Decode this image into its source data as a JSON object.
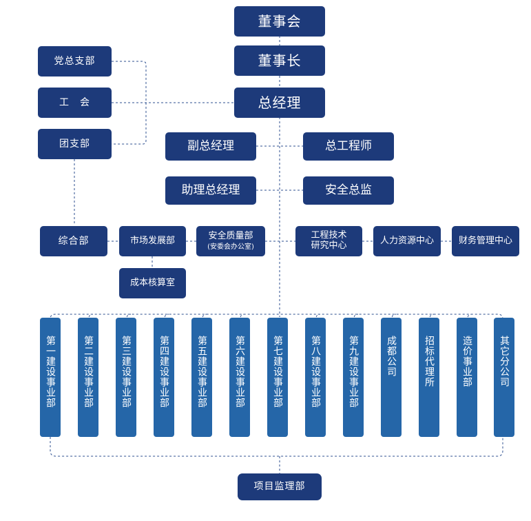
{
  "top": {
    "board": "董事会",
    "chairman": "董事长",
    "gm": "总经理"
  },
  "left": {
    "party": "党总支部",
    "union": "工　会",
    "youth": "团支部"
  },
  "deputies": {
    "deputy_gm": "副总经理",
    "chief_engineer": "总工程师",
    "assistant_gm": "助理总经理",
    "safety_director": "安全总监"
  },
  "departments": {
    "general": "综合部",
    "market": "市场发展部",
    "quality_title": "安全质量部",
    "quality_sub": "(安委会办公室)",
    "tech": "工程技术\n研究中心",
    "hr": "人力资源中心",
    "finance": "财务管理中心",
    "cost": "成本核算室"
  },
  "divisions": [
    "第一建设事业部",
    "第二建设事业部",
    "第三建设事业部",
    "第四建设事业部",
    "第五建设事业部",
    "第六建设事业部",
    "第七建设事业部",
    "第八建设事业部",
    "第九建设事业部",
    "成都公司",
    "招标代理所",
    "造价事业部",
    "其它分公司"
  ],
  "bottom": {
    "supervision": "项目监理部"
  },
  "colors": {
    "dark_box": "#1d3a7a",
    "column_box": "#2566a8",
    "connector": "#2c4f8f"
  }
}
